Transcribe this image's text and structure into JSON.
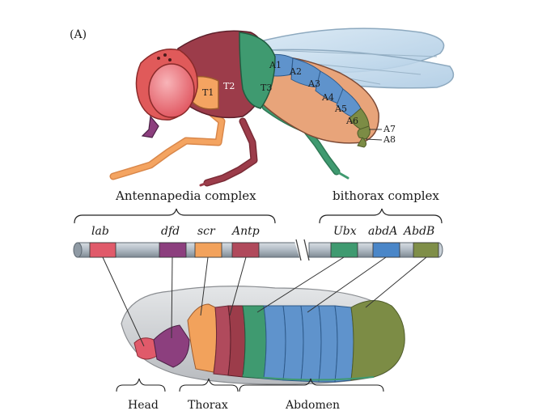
{
  "panel_label": "(A)",
  "complexes": {
    "antennapedia": "Antennapedia complex",
    "bithorax": "bithorax complex"
  },
  "genes": [
    {
      "name": "lab",
      "color": "#e05a6a"
    },
    {
      "name": "dfd",
      "color": "#8c3f7e"
    },
    {
      "name": "scr",
      "color": "#f2a25c"
    },
    {
      "name": "Antp",
      "color": "#b04a5c"
    },
    {
      "name": "Ubx",
      "color": "#3f9a70"
    },
    {
      "name": "abdA",
      "color": "#4a86c8"
    },
    {
      "name": "AbdB",
      "color": "#7f8e48"
    }
  ],
  "fly_segments": [
    "T1",
    "T2",
    "T3",
    "A1",
    "A2",
    "A3",
    "A4",
    "A5",
    "A6",
    "A7",
    "A8"
  ],
  "body_regions": [
    "Head",
    "Thorax",
    "Abdomen"
  ],
  "colors": {
    "head": "#e05a5a",
    "eye": "#f07e84",
    "thorax": "#9c3c4a",
    "t1": "#f4a461",
    "t3": "#3f9a70",
    "abdomen_blue": "#5f93cc",
    "abdomen_tan": "#e8a47a",
    "abdomen_olive": "#7c8c45",
    "wing": "#bcd6ea",
    "embryo_grey": "#cfd1d4",
    "chromosome": "#aeb7c0"
  }
}
